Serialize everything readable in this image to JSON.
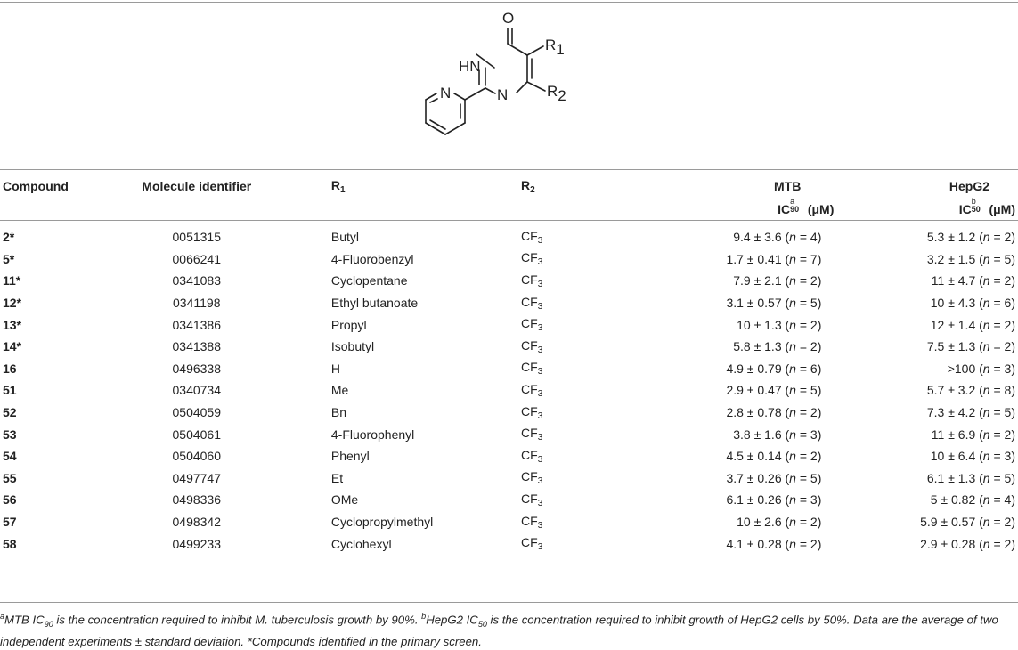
{
  "structure": {
    "carbonyl_o": "O",
    "nh": "HN",
    "ring_n1": "N",
    "ring_n2": "N",
    "r1": "R",
    "r1_sub": "1",
    "r2": "R",
    "r2_sub": "2"
  },
  "headers": {
    "compound": "Compound",
    "molecule_identifier": "Molecule identifier",
    "r1": "R",
    "r1_sub": "1",
    "r2": "R",
    "r2_sub": "2",
    "mtb": "MTB",
    "mtb_ic": "IC",
    "mtb_sup": "a",
    "mtb_sub": "90",
    "mtb_unit": "(μM)",
    "hepg2": "HepG2",
    "hepg2_ic": "IC",
    "hepg2_sup": "b",
    "hepg2_sub": "50",
    "hepg2_unit": "(μM)"
  },
  "rows": [
    {
      "compound": "2*",
      "id": "0051315",
      "r1": "Butyl",
      "r2": "CF",
      "r2_sub": "3",
      "mtb": "9.4 ± 3.6 (",
      "mtb_n": "= 4)",
      "hepg2": "5.3 ± 1.2 (",
      "hepg2_n": "= 2)"
    },
    {
      "compound": "5*",
      "id": "0066241",
      "r1": "4-Fluorobenzyl",
      "r2": "CF",
      "r2_sub": "3",
      "mtb": "1.7 ± 0.41 (",
      "mtb_n": "= 7)",
      "hepg2": "3.2 ± 1.5 (",
      "hepg2_n": "= 5)"
    },
    {
      "compound": "11*",
      "id": "0341083",
      "r1": "Cyclopentane",
      "r2": "CF",
      "r2_sub": "3",
      "mtb": "7.9 ± 2.1 (",
      "mtb_n": "= 2)",
      "hepg2": "11 ± 4.7 (",
      "hepg2_n": "= 2)"
    },
    {
      "compound": "12*",
      "id": "0341198",
      "r1": "Ethyl butanoate",
      "r2": "CF",
      "r2_sub": "3",
      "mtb": "3.1 ± 0.57 (",
      "mtb_n": "= 5)",
      "hepg2": "10 ± 4.3 (",
      "hepg2_n": "= 6)"
    },
    {
      "compound": "13*",
      "id": "0341386",
      "r1": "Propyl",
      "r2": "CF",
      "r2_sub": "3",
      "mtb": "10 ± 1.3 (",
      "mtb_n": "= 2)",
      "hepg2": "12 ± 1.4 (",
      "hepg2_n": "= 2)"
    },
    {
      "compound": "14*",
      "id": "0341388",
      "r1": "Isobutyl",
      "r2": "CF",
      "r2_sub": "3",
      "mtb": "5.8 ± 1.3 (",
      "mtb_n": "= 2)",
      "hepg2": "7.5 ± 1.3 (",
      "hepg2_n": "= 2)"
    },
    {
      "compound": "16",
      "id": "0496338",
      "r1": "H",
      "r2": "CF",
      "r2_sub": "3",
      "mtb": "4.9 ± 0.79 (",
      "mtb_n": "= 6)",
      "hepg2": ">100 (",
      "hepg2_n": "= 3)"
    },
    {
      "compound": "51",
      "id": "0340734",
      "r1": "Me",
      "r2": "CF",
      "r2_sub": "3",
      "mtb": "2.9 ± 0.47 (",
      "mtb_n": "= 5)",
      "hepg2": "5.7 ± 3.2 (",
      "hepg2_n": "= 8)"
    },
    {
      "compound": "52",
      "id": "0504059",
      "r1": "Bn",
      "r2": "CF",
      "r2_sub": "3",
      "mtb": "2.8 ± 0.78 (",
      "mtb_n": "= 2)",
      "hepg2": "7.3 ± 4.2 (",
      "hepg2_n": "= 5)"
    },
    {
      "compound": "53",
      "id": "0504061",
      "r1": "4-Fluorophenyl",
      "r2": "CF",
      "r2_sub": "3",
      "mtb": "3.8 ± 1.6 (",
      "mtb_n": "= 3)",
      "hepg2": "11 ± 6.9 (",
      "hepg2_n": "= 2)"
    },
    {
      "compound": "54",
      "id": "0504060",
      "r1": "Phenyl",
      "r2": "CF",
      "r2_sub": "3",
      "mtb": "4.5 ± 0.14 (",
      "mtb_n": "= 2)",
      "hepg2": "10 ± 6.4 (",
      "hepg2_n": "= 3)"
    },
    {
      "compound": "55",
      "id": "0497747",
      "r1": "Et",
      "r2": "CF",
      "r2_sub": "3",
      "mtb": "3.7 ± 0.26 (",
      "mtb_n": "= 5)",
      "hepg2": "6.1 ± 1.3 (",
      "hepg2_n": "= 5)"
    },
    {
      "compound": "56",
      "id": "0498336",
      "r1": "OMe",
      "r2": "CF",
      "r2_sub": "3",
      "mtb": "6.1 ± 0.26 (",
      "mtb_n": "= 3)",
      "hepg2": "5 ± 0.82 (",
      "hepg2_n": "= 4)"
    },
    {
      "compound": "57",
      "id": "0498342",
      "r1": "Cyclopropylmethyl",
      "r2": "CF",
      "r2_sub": "3",
      "mtb": "10 ± 2.6 (",
      "mtb_n": "= 2)",
      "hepg2": "5.9 ± 0.57 (",
      "hepg2_n": "= 2)"
    },
    {
      "compound": "58",
      "id": "0499233",
      "r1": "Cyclohexyl",
      "r2": "CF",
      "r2_sub": "3",
      "mtb": "4.1 ± 0.28 (",
      "mtb_n": "= 2)",
      "hepg2": "2.9 ± 0.28 (",
      "hepg2_n": "= 2)"
    }
  ],
  "n_label": "n",
  "footnote": {
    "mark_a": "a",
    "text1": "MTB IC",
    "sub1": "90",
    "text2": " is the concentration required to inhibit M. tuberculosis growth by 90%. ",
    "mark_b": "b",
    "text3": "HepG2 IC",
    "sub2": "50",
    "text4": " is the concentration required to inhibit growth of HepG2 cells by 50%. Data are the average of two independent experiments ± standard deviation. *Compounds identified in the primary screen."
  }
}
